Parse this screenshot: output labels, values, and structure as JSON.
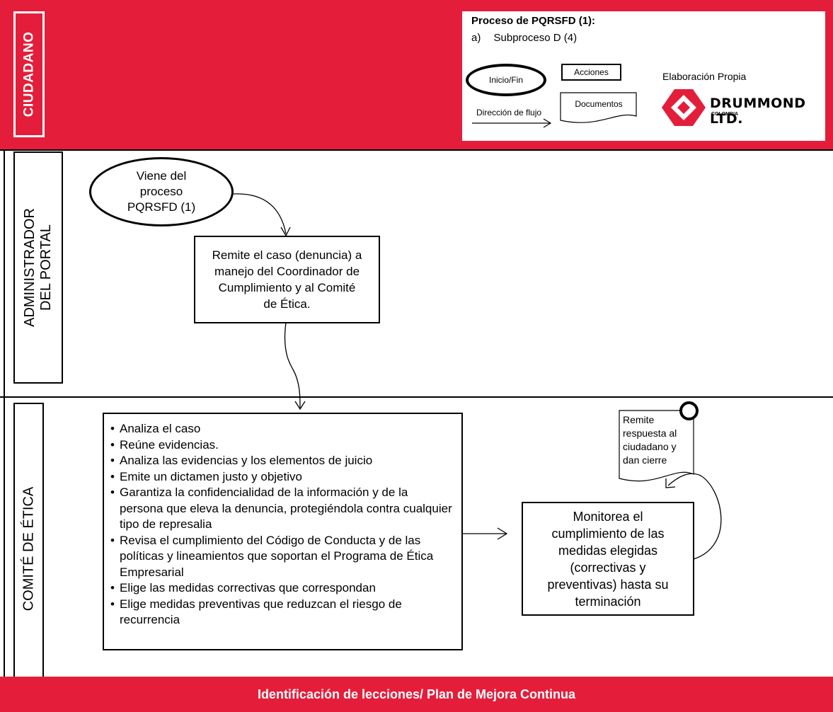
{
  "colors": {
    "lane_red": "#e41e3a",
    "line": "#000000",
    "white": "#ffffff"
  },
  "lanes": {
    "ciudadano": "CIUDADANO",
    "administrador": [
      "ADMINISTRADOR",
      "DEL PORTAL"
    ],
    "comite": "COMITÉ DE ÉTICA"
  },
  "legend": {
    "title": "Proceso de PQRSFD (1):",
    "sub_marker": "a)",
    "sub_label": "Subproceso D (4)",
    "inicio_fin": "Inicio/Fin",
    "acciones": "Acciones",
    "documentos": "Documentos",
    "direccion": "Dirección de flujo",
    "elaboracion": "Elaboración Propia",
    "logo_text": "DRUMMOND LTD.",
    "logo_sub": "COLOMBIA"
  },
  "nodes": {
    "start": [
      "Viene del",
      "proceso",
      "PQRSFD (1)"
    ],
    "remite": [
      "Remite el caso (denuncia) a",
      "manejo del Coordinador de",
      "Cumplimiento y al Comité",
      "de Ética."
    ],
    "analisis": [
      "Analiza el caso",
      "Reúne evidencias.",
      "Analiza las evidencias y los elementos de juicio",
      "Emite un dictamen justo y objetivo",
      "Garantiza la confidencialidad de la información y de la persona que eleva la denuncia, protegiéndola contra cualquier tipo de represalia",
      "Revisa el cumplimiento del Código de Conducta y de las políticas y lineamientos que soportan el Programa de Ética Empresarial",
      "Elige las medidas correctivas que correspondan",
      "Elige medidas preventivas que reduzcan el riesgo de recurrencia"
    ],
    "monitorea": [
      "Monitorea el",
      "cumplimiento de las",
      "medidas elegidas",
      "(correctivas y",
      "preventivas) hasta su",
      "terminación"
    ],
    "respuesta": [
      "Remite",
      "respuesta al",
      "ciudadano y",
      "dan cierre"
    ]
  },
  "footer": "Identificación de lecciones/ Plan de Mejora Continua"
}
